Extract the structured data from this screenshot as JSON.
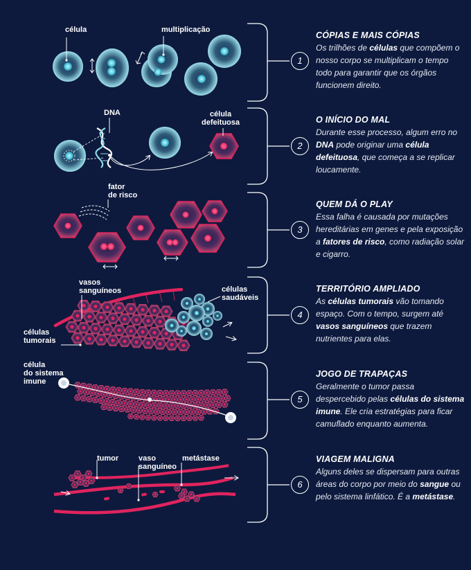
{
  "steps": [
    {
      "number": "1",
      "title": "CÓPIAS E MAIS CÓPIAS",
      "text_parts": [
        "Os trilhões de ",
        "células",
        " que compõem o nosso corpo se multiplicam o tempo todo para garantir que os órgãos funcionem direito."
      ]
    },
    {
      "number": "2",
      "title": "O INÍCIO DO MAL",
      "text_parts": [
        "Durante esse processo, algum erro no ",
        "DNA",
        " pode originar uma ",
        "célula defeituosa",
        ", que começa a se replicar loucamente."
      ]
    },
    {
      "number": "3",
      "title": "QUEM DÁ O PLAY",
      "text_parts": [
        "Essa falha é causada por mutações hereditárias em genes e pela exposição a ",
        "fatores de risco",
        ", como radiação solar e cigarro."
      ]
    },
    {
      "number": "4",
      "title": "TERRITÓRIO AMPLIADO",
      "text_parts": [
        "As ",
        "células tumorais",
        " vão tomando espaço. Com o tempo, surgem até ",
        "vasos sanguíneos",
        " que trazem nutrientes para elas."
      ]
    },
    {
      "number": "5",
      "title": "JOGO DE TRAPAÇAS",
      "text_parts": [
        "Geralmente o tumor passa despercebido pelas ",
        "células do sistema imune",
        ". Ele cria estratégias para ficar camuflado enquanto aumenta."
      ]
    },
    {
      "number": "6",
      "title": "VIAGEM MALIGNA",
      "text_parts": [
        "Alguns deles se dispersam para outras áreas do corpo por meio do ",
        "sangue",
        " ou pelo sistema linfático. É a ",
        "metástase",
        "."
      ]
    }
  ],
  "labels": {
    "celula": "célula",
    "multiplicacao": "multiplicação",
    "dna": "DNA",
    "celula_defeituosa": [
      "célula",
      "defeituosa"
    ],
    "fator_de_risco": [
      "fator",
      "de risco"
    ],
    "vasos_sanguineos": [
      "vasos",
      "sanguíneos"
    ],
    "celulas_saudaveis": [
      "células",
      "saudáveis"
    ],
    "celulas_tumorais": [
      "células",
      "tumorais"
    ],
    "celula_sistema_imune": [
      "célula",
      "do sistema",
      "imune"
    ],
    "tumor": "tumor",
    "vaso_sanguineo": [
      "vaso",
      "sanguíneo"
    ],
    "metastase": "metástase"
  },
  "colors": {
    "background": "#0d1a3d",
    "healthy_cell": "#7fc7d6",
    "tumor_cell": "#e0245e",
    "vessel": "#e0245e",
    "line": "#ffffff"
  }
}
